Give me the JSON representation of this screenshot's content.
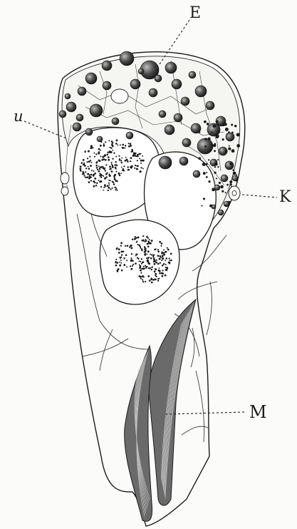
{
  "labels": {
    "e": "E",
    "u": "u",
    "k": "K",
    "m": "M"
  },
  "colors": {
    "paper": "#fbfbfa",
    "ink": "#1b1b1b",
    "muscle": "#6a6a6a"
  }
}
